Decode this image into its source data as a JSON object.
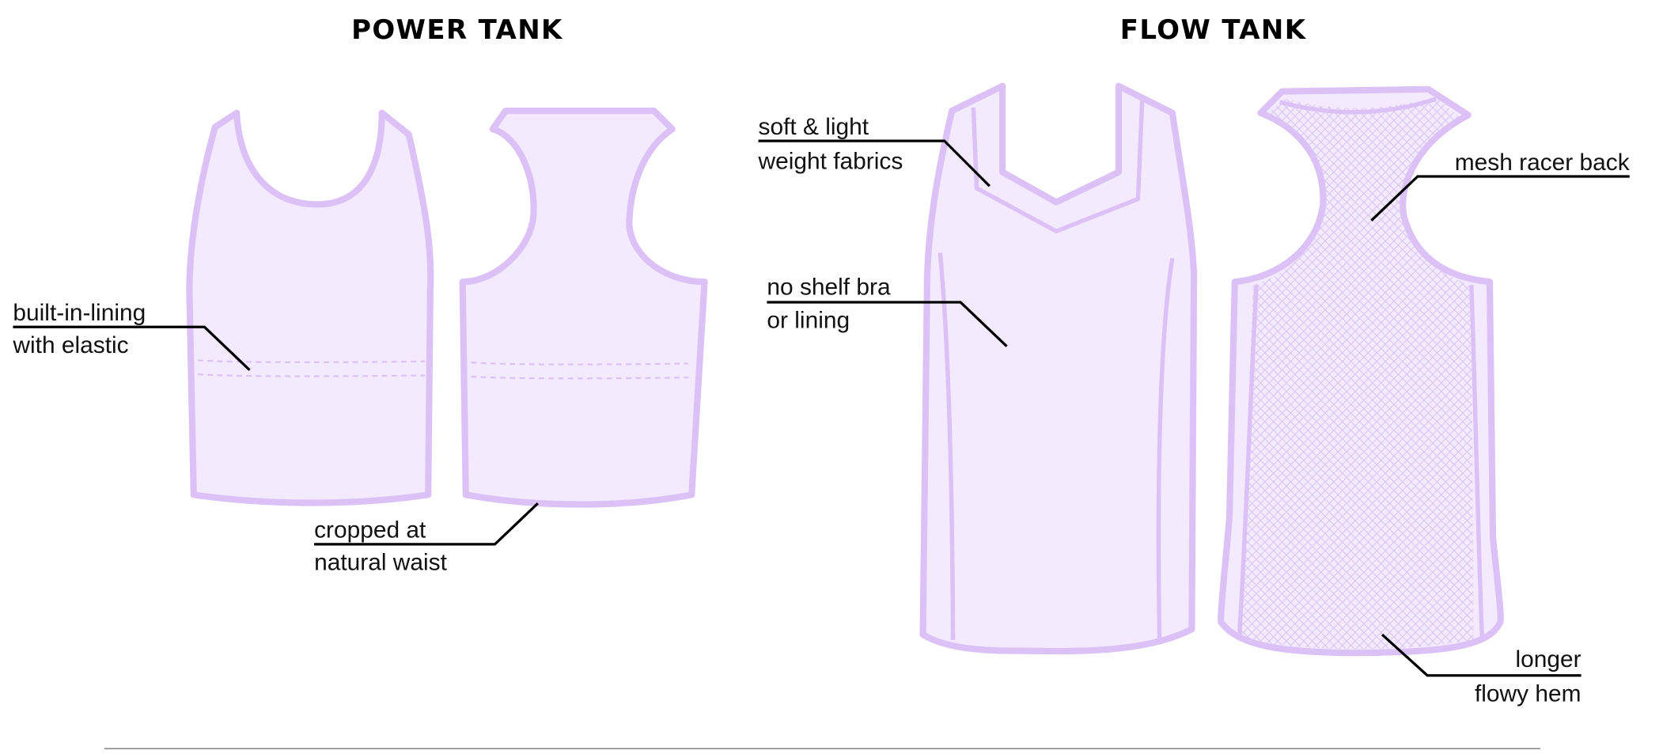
{
  "titles": {
    "power": "POWER TANK",
    "flow": "FLOW TANK"
  },
  "annotations": {
    "lining": [
      "built-in-lining",
      "with elastic"
    ],
    "cropped": [
      "cropped at",
      "natural waist"
    ],
    "soft": [
      "soft & light",
      "weight fabrics"
    ],
    "shelf": [
      "no shelf bra",
      "or lining"
    ],
    "mesh": [
      "mesh racer back"
    ],
    "hem": [
      "longer",
      "flowy hem"
    ]
  },
  "colors": {
    "fabric": "#f3eafd",
    "outline": "#dcc1f7"
  }
}
